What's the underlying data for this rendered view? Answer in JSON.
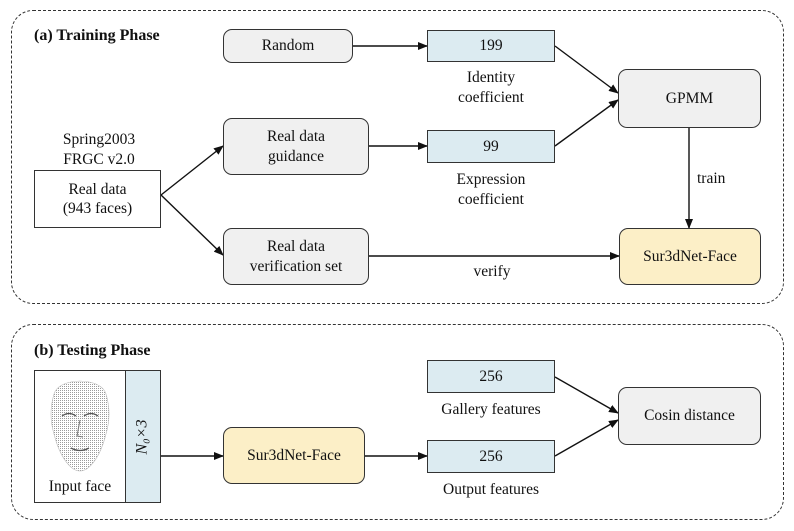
{
  "training": {
    "title": "(a) Training Phase",
    "random": "Random",
    "identity_value": "199",
    "identity_label_1": "Identity",
    "identity_label_2": "coefficient",
    "gpmm": "GPMM",
    "dataset_1": "Spring2003",
    "dataset_2": "FRGC v2.0",
    "real_data_1": "Real data",
    "real_data_2": "(943 faces)",
    "guidance_1": "Real data",
    "guidance_2": "guidance",
    "expression_value": "99",
    "expression_label_1": "Expression",
    "expression_label_2": "coefficient",
    "train": "train",
    "verification_1": "Real data",
    "verification_2": "verification set",
    "verify": "verify",
    "net": "Sur3dNet-Face"
  },
  "testing": {
    "title": "(b) Testing Phase",
    "input_face": "Input face",
    "input_shape": "N₀×3",
    "net": "Sur3dNet-Face",
    "gallery_value": "256",
    "gallery_label": "Gallery features",
    "output_value": "256",
    "output_label": "Output features",
    "distance": "Cosin distance"
  },
  "colors": {
    "gray_box": "#f0f0f0",
    "blue_box": "#dcebf1",
    "yellow_box": "#fcefc7"
  }
}
